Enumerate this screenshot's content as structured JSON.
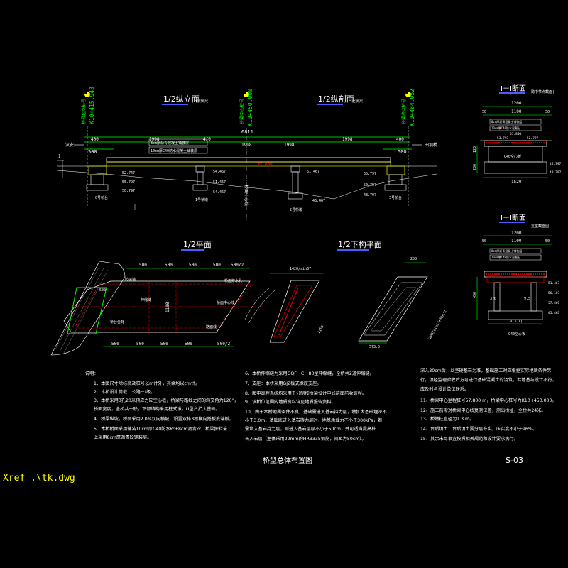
{
  "drawing": {
    "views": {
      "half_elevation": "1/2纵立面",
      "half_elevation_note": "(比例尺)",
      "half_longitudinal_section": "1/2纵剖面",
      "half_longitudinal_note": "(比例尺)",
      "half_plan": "1/2平面",
      "half_lower_plan": "1/2下构平面",
      "section_1": "I－I断面",
      "section_1_note": "(跨中节点截面)",
      "section_2": "I－I断面",
      "section_2_note": "(支座截面图)"
    },
    "stations": [
      "K10+415.943",
      "K10+450.000",
      "K10+484.052"
    ],
    "station_labels": [
      "桥梁起点桩号",
      "桥梁中心桩号",
      "桥梁终点桩号"
    ],
    "elevation": {
      "top_dims": [
        "400",
        "1998",
        "4/0",
        "1998",
        "400"
      ],
      "total_span": "6811",
      "sub_dims": [
        "1998",
        "1998"
      ],
      "side_dims": [
        "500",
        "500"
      ],
      "dir_left": "汉安",
      "dir_right": "田坝桥",
      "deck_label_1": "8cm厚沥青混凝土铺装层",
      "deck_label_2": "10cm厚C40防水混凝土铺装层",
      "centerline": "桥面中心线",
      "center_elev": "57.800",
      "levels": [
        "52.747",
        "55.797",
        "50.797",
        "54.467",
        "51.467",
        "54.467",
        "51.467",
        "55.797",
        "50.797",
        "46.467",
        "48.797"
      ],
      "piers": [
        "0号桥台",
        "1号桥墩",
        "2号桥墩",
        "3号桥台"
      ]
    },
    "plan": {
      "dims_top": [
        "500",
        "500",
        "500",
        "500",
        "500/2"
      ],
      "dims_bottom": [
        "500",
        "500",
        "500",
        "500",
        "500/2"
      ],
      "width": "1100",
      "skew": "1420/sin67",
      "labels": [
        "防撞墙",
        "桥面中心线",
        "桥面排水孔",
        "伸缩缝",
        "桥台台背",
        "路面线"
      ]
    },
    "lower_plan": {
      "dims": [
        "1150",
        "250",
        "1420/sin67",
        "573.5",
        "1200/sin67+300/2"
      ]
    },
    "section": {
      "width_total": "1200",
      "width_deck": "1100",
      "edge": "50",
      "bottom_width": "1520",
      "heights": [
        "120",
        "200"
      ],
      "deck_label_1": "8cm厚沥青混凝土铺装层",
      "deck_label_2": "10cm厚C40防水混凝土",
      "sub_label": "C40空心板",
      "levels": [
        "53.797",
        "52.797",
        "57.800",
        "45.797",
        "43.797"
      ],
      "sec2_dims": [
        "1200",
        "1100",
        "50",
        "50",
        "370",
        "9.5",
        "450",
        "9(3.1)"
      ],
      "sec2_levels": [
        "51.467",
        "56.107",
        "57.467",
        "45.467"
      ]
    },
    "notes": {
      "header": "说明：",
      "col1": [
        "1、本图尺寸除标高及桩号以m计外，其余均以cm计。",
        "2、本桥设计荷载：公路－I级。",
        "3、本桥采用3孔20米预应力砼空心板，桥梁与路线之间的斜交角为120°，",
        "    桥面宽度，全桥共一联，下部结构采用柱式墩，U型台扩大基础。",
        "4、桥梁纵坡，桥面采用2.0%双向横坡，设置双排3根横向搭板底端板。",
        "5、本桥桥面采用铺装10cm厚C40防水砼+8cm沥青砼，桥梁护栏采",
        "    上采用8cm厚沥青砼铺装层。"
      ],
      "col2": [
        "6、本桥伸缩缝为采用GQF－C－80型伸缩缝，全桥共2道伸缩缝。",
        "7、支座：本桥采用GJZ板式橡胶支座。",
        "8、图中高程系统均采用千分制按桥梁设计中线前面前收高程。",
        "9、该桥位范围内地质资料详见地质报告资料。",
        "10、由于本桥地质条件不良，基础需进入基岩持力层，墩扩大基础埋深不",
        "    小于3.0m，基础底进入基岩持力层时，地基承载力不小于300kPa，若",
        "    需增入基岩持力层，则进入基岩层厚不小于50cm，并可适当提高桩",
        "    长入岩层（主体采用22mm的HRB335钢筋，间距为50cm）。"
      ],
      "col3": [
        "    深入30cm后，以坚硬基岩为准，基础施工时应根据实际地质条件另",
        "    行，须经监理验收后方可进行基础混凝土的浇筑，若地基与设计不符，",
        "    应及时与设计单位联系。",
        "11、桥梁中心里程桩号57.800 m，桥梁中心桩号为K10+450.000。",
        "12、施工前需对桥梁中心线复测位置，测出桥址，全桥共24米。",
        "13、桥墩柱直径为1.3 m。",
        "14、台后填土：台后填土要分层夯实，压实度不小于96%。",
        "15、其余未尽事宜按照相关规范和设计要求执行。"
      ]
    },
    "title_block": {
      "title": "桥型总体布置图",
      "sheet": "S-03"
    },
    "xref": "Xref .\\tk.dwg",
    "colors": {
      "background": "#000000",
      "text": "#ffffff",
      "dims": "#00ff00",
      "red": "#ff0000",
      "cyan": "#00ffff",
      "yellow": "#ffff00",
      "magenta": "#ff00ff",
      "blue": "#4a5cff"
    }
  }
}
